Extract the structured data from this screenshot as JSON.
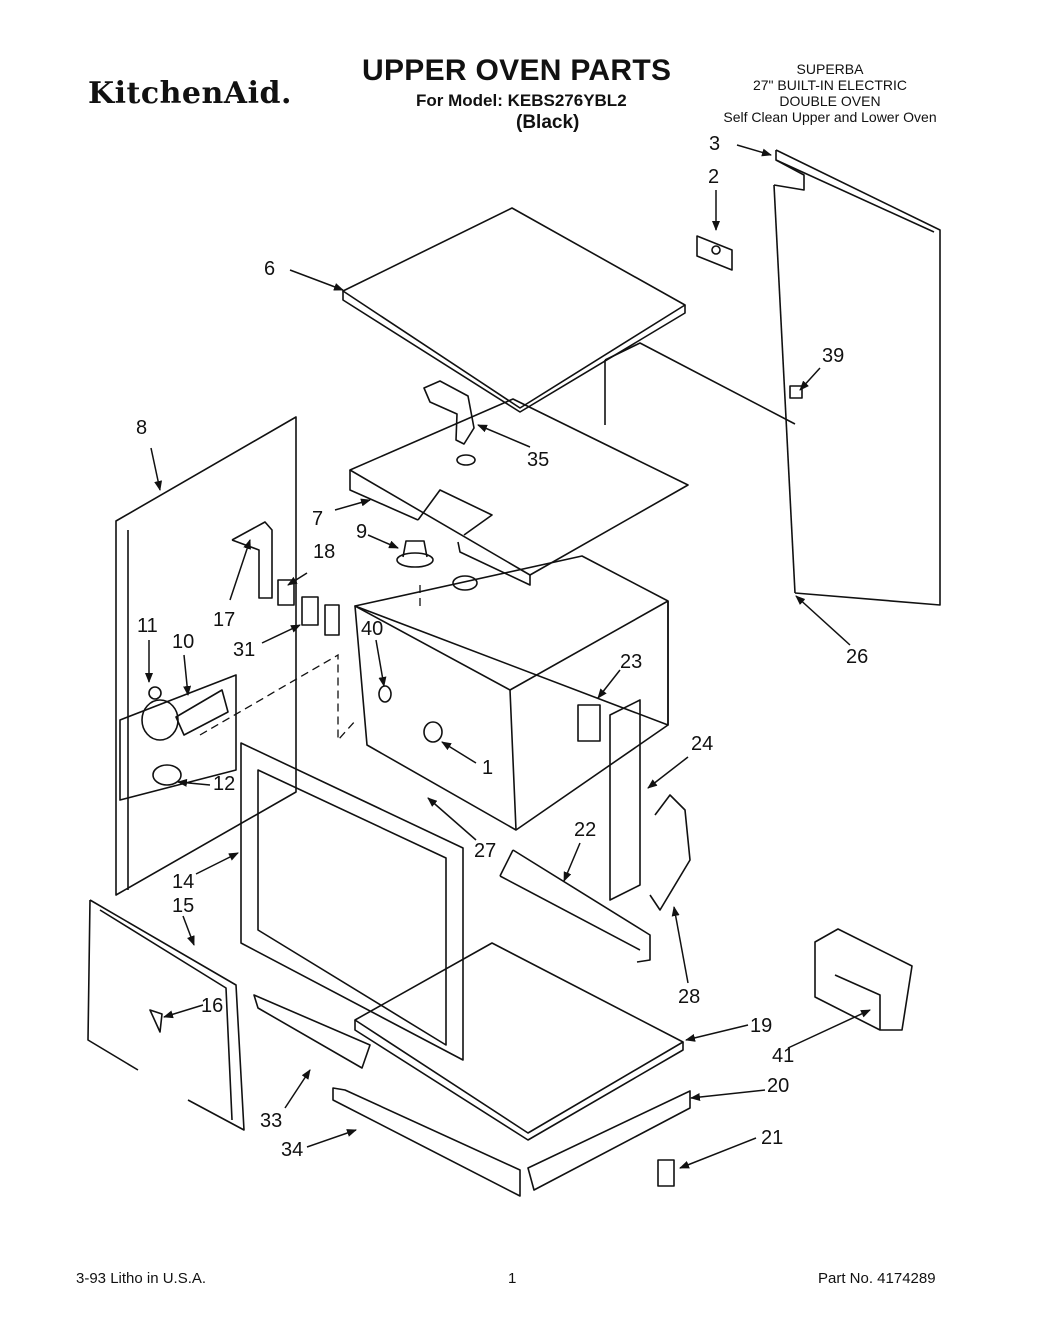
{
  "header": {
    "brand": "KitchenAid.",
    "title": "UPPER OVEN PARTS",
    "model_line": "For Model: KEBS276YBL2",
    "color": "(Black)",
    "info_lines": [
      "SUPERBA",
      "27\" BUILT-IN ELECTRIC",
      "DOUBLE OVEN",
      "Self Clean Upper and Lower Oven"
    ]
  },
  "parts": {
    "p1": "1",
    "p2": "2",
    "p3": "3",
    "p6": "6",
    "p7": "7",
    "p8": "8",
    "p9": "9",
    "p10": "10",
    "p11": "11",
    "p12": "12",
    "p14": "14",
    "p15": "15",
    "p16": "16",
    "p17": "17",
    "p18": "18",
    "p19": "19",
    "p20": "20",
    "p21": "21",
    "p22": "22",
    "p23": "23",
    "p24": "24",
    "p26": "26",
    "p27": "27",
    "p28": "28",
    "p31": "31",
    "p33": "33",
    "p34": "34",
    "p35": "35",
    "p39": "39",
    "p40": "40",
    "p41": "41"
  },
  "footer": {
    "left": "3-93 Litho in U.S.A.",
    "page": "1",
    "part_no": "Part No. 4174289"
  }
}
